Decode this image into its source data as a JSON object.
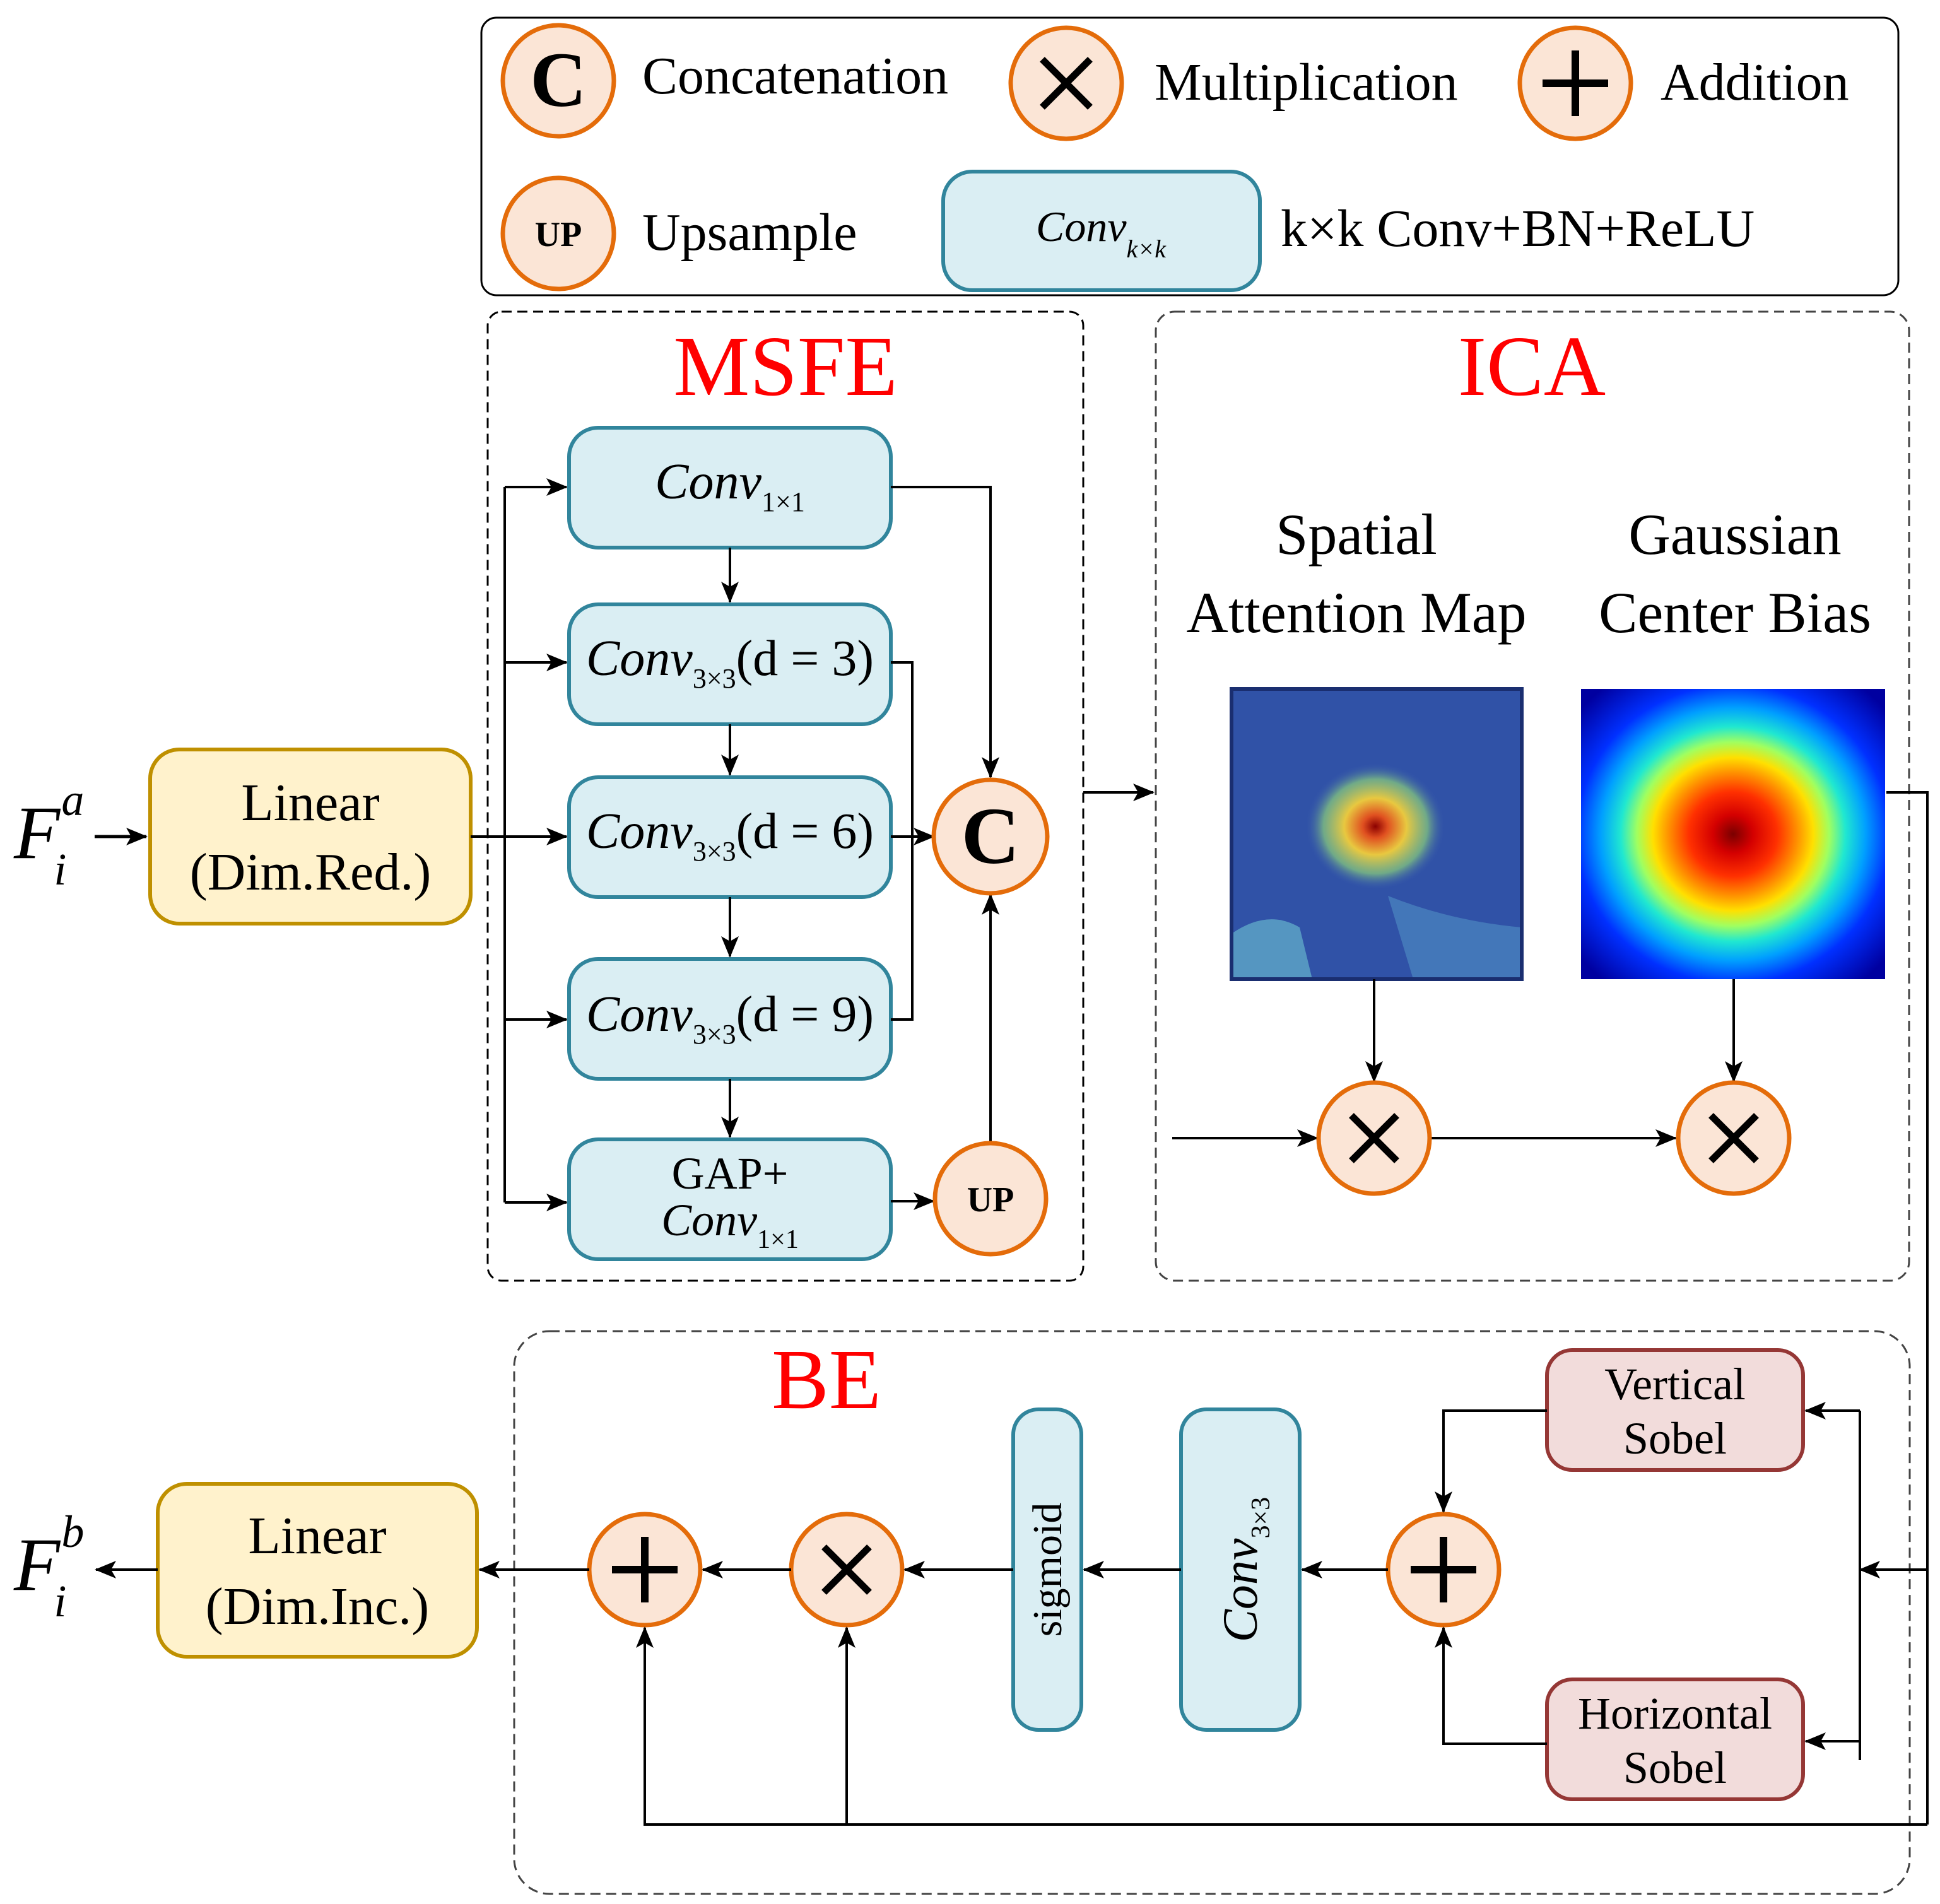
{
  "legend": {
    "concat_symbol": "C",
    "concat_label": "Concatenation",
    "mult_label": "Multiplication",
    "add_label": "Addition",
    "up_symbol": "UP",
    "up_label": "Upsample",
    "conv_base": "Conv",
    "conv_sub": "k×k",
    "conv_desc": "k×k Conv+BN+ReLU"
  },
  "input": {
    "base": "F",
    "sub": "i",
    "sup": "a"
  },
  "output": {
    "base": "F",
    "sub": "i",
    "sup": "b"
  },
  "linear_in": {
    "line1": "Linear",
    "line2": "(Dim.Red.)"
  },
  "linear_out": {
    "line1": "Linear",
    "line2": "(Dim.Inc.)"
  },
  "msfe": {
    "title": "MSFE",
    "conv_base": "Conv",
    "sub_1x1": "1×1",
    "sub_3x3": "3×3",
    "d3": "(d = 3)",
    "d6": "(d = 6)",
    "d9": "(d = 9)",
    "gap_line1": "GAP+",
    "concat_symbol": "C",
    "up_symbol": "UP"
  },
  "ica": {
    "title": "ICA",
    "spatial_line1": "Spatial",
    "spatial_line2": "Attention Map",
    "gauss_line1": "Gaussian",
    "gauss_line2": "Center Bias"
  },
  "be": {
    "title": "BE",
    "vertical_line1": "Vertical",
    "vertical_line2": "Sobel",
    "horizontal_line1": "Horizontal",
    "horizontal_line2": "Sobel",
    "conv_base": "Conv",
    "conv_sub": "3×3",
    "sigmoid": "sigmoid"
  },
  "colors": {
    "title_red": "#ff0000",
    "conv_fill": "#daeef3",
    "conv_stroke": "#31859c",
    "op_fill": "#fbe5d6",
    "op_stroke": "#e46c0a",
    "linear_fill": "#fff2cc",
    "linear_stroke": "#bf9000",
    "sobel_fill": "#f2dcdb",
    "sobel_stroke": "#953735"
  }
}
